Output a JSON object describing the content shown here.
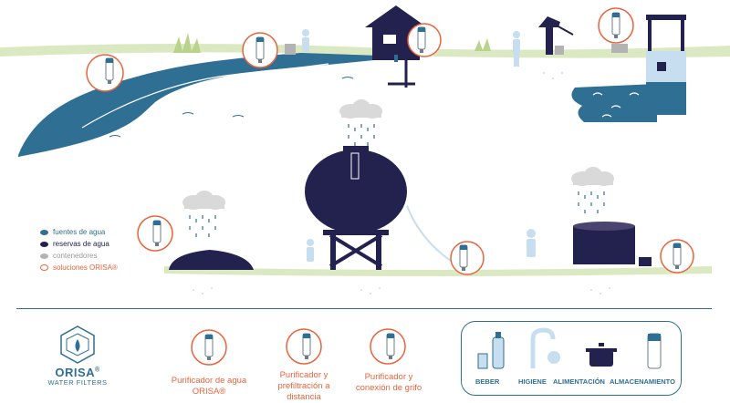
{
  "legend": [
    {
      "label": "fuentes de agua",
      "color": "#2f6f93"
    },
    {
      "label": "reservas de agua",
      "color": "#23224f"
    },
    {
      "label": "contenedores",
      "color": "#b3b3b3"
    },
    {
      "label": "soluciones ORISA®",
      "color": "#e8643c"
    }
  ],
  "brand": {
    "name": "ORISA",
    "mark": "®",
    "subtitle": "WATER FILTERS"
  },
  "solutions": [
    {
      "label": "Purificador de agua ORISA®"
    },
    {
      "label": "Purificador y prefiltración a distancia"
    },
    {
      "label": "Purificador y conexión de grifo"
    }
  ],
  "uses": [
    {
      "label": "BEBER",
      "icon": "glass-bottle-icon"
    },
    {
      "label": "HIGIENE",
      "icon": "faucet-handwash-icon"
    },
    {
      "label": "ALIMENTACIÓN",
      "icon": "cooking-pot-icon"
    },
    {
      "label": "ALMACENAMIENTO",
      "icon": "storage-filter-icon"
    }
  ],
  "colors": {
    "water": "#2f6f93",
    "reserve": "#23224f",
    "container": "#b3b3b3",
    "solution": "#e8643c",
    "grass": "#dbe9c2",
    "light": "#c6def0"
  }
}
